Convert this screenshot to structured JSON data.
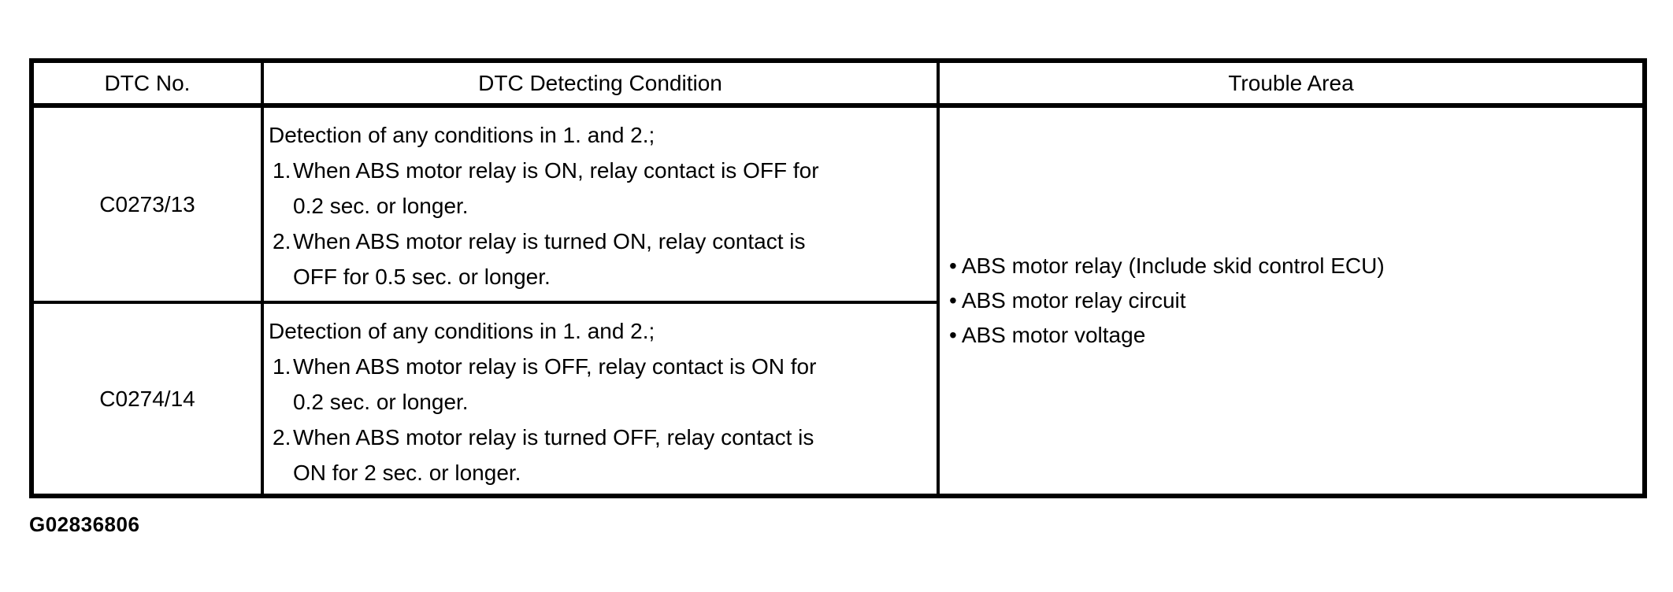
{
  "document": {
    "figure_code": "G02836806"
  },
  "table": {
    "headers": [
      "DTC No.",
      "DTC Detecting Condition",
      "Trouble Area"
    ],
    "rows": [
      {
        "dtc_no": "C0273/13",
        "condition": {
          "intro": "Detection of any conditions in 1. and 2.;",
          "items": [
            {
              "num": "1.",
              "line1": "When ABS motor relay is ON, relay contact is OFF for",
              "line2": "0.2 sec. or longer."
            },
            {
              "num": "2.",
              "line1": "When ABS motor relay is turned ON, relay contact is",
              "line2": "OFF for 0.5 sec. or longer."
            }
          ]
        }
      },
      {
        "dtc_no": "C0274/14",
        "condition": {
          "intro": "Detection of any conditions in 1. and 2.;",
          "items": [
            {
              "num": "1.",
              "line1": "When ABS motor relay is OFF, relay contact is ON for",
              "line2": "0.2 sec. or longer."
            },
            {
              "num": "2.",
              "line1": "When ABS motor relay is turned OFF, relay contact is",
              "line2": "ON for 2 sec. or longer."
            }
          ]
        }
      }
    ],
    "trouble_area": {
      "bullet": "•",
      "items": [
        "ABS motor relay (Include skid control ECU)",
        "ABS motor relay circuit",
        "ABS motor voltage"
      ]
    }
  }
}
